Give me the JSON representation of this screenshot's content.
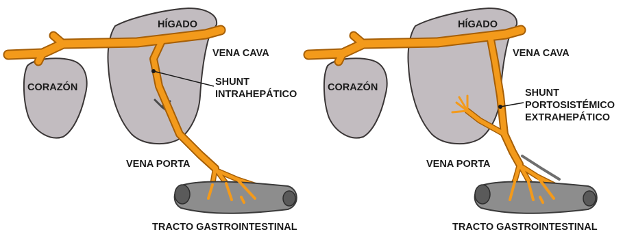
{
  "panels": [
    {
      "labels": {
        "liver": "HÍGADO",
        "vena_cava": "VENA CAVA",
        "heart": "CORAZÓN",
        "shunt_lines": [
          "SHUNT",
          "INTRAHEPÁTICO"
        ],
        "portal_vein": "VENA PORTA",
        "gi_tract": "TRACTO GASTROINTESTINAL"
      }
    },
    {
      "labels": {
        "liver": "HÍGADO",
        "vena_cava": "VENA CAVA",
        "heart": "CORAZÓN",
        "shunt_lines": [
          "SHUNT",
          "PORTOSISTÉMICO",
          "EXTRAHEPÁTICO"
        ],
        "portal_vein": "VENA PORTA",
        "gi_tract": "TRACTO GASTROINTESTINAL"
      }
    }
  ],
  "colors": {
    "vein": "#f39a1b",
    "vein_outline": "#a65f07",
    "organ": "#c2bcc0",
    "intestine": "#8d8d8d",
    "text": "#1a1a1a"
  }
}
